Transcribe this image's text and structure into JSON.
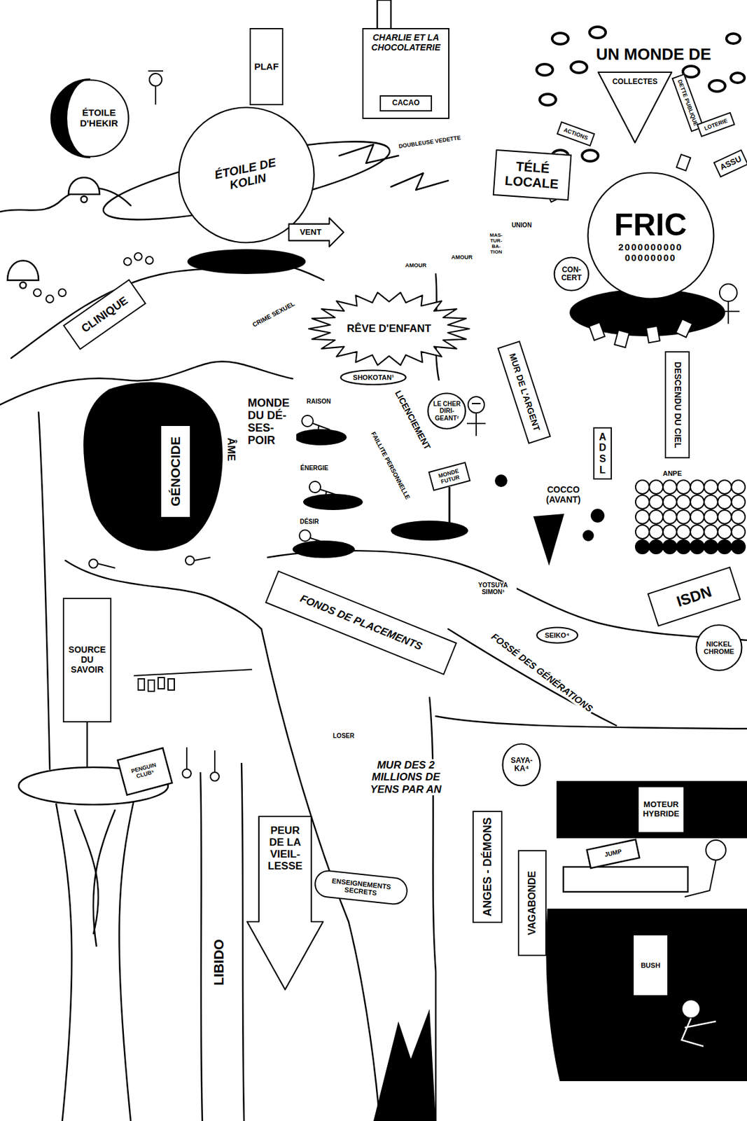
{
  "diagram": {
    "nodes": [
      {
        "text": [
          "ÉTOILE D'HEKIR"
        ]
      },
      {
        "text": [
          "PLAF"
        ]
      },
      {
        "text": [
          "CHARLIE ET LA CHOCOLATERIE"
        ]
      },
      {
        "text": [
          "CACAO"
        ],
        "in": 2
      },
      {
        "text": [
          "COLLECTES"
        ]
      },
      {
        "text": [
          "DETTE PUBLIQUE"
        ]
      },
      {
        "text": [
          "LOTERIE"
        ]
      },
      {
        "text": [
          "ACTIONS"
        ]
      },
      {
        "text": [
          "ASSU"
        ]
      },
      {
        "text": [
          "ÉTOILE DE KOLIN"
        ]
      },
      {
        "text": [
          "TÉLÉ LOCALE"
        ]
      },
      {
        "text": [
          "VENT"
        ]
      },
      {
        "text": [
          "FRIC",
          "2000000000 00000000"
        ]
      },
      {
        "text": [
          "CON- CERT"
        ]
      },
      {
        "text": [
          "CLINIQUE"
        ]
      },
      {
        "text": [
          "RÊVE D'ENFANT"
        ]
      },
      {
        "text": [
          "SHOKOTAN¹"
        ]
      },
      {
        "text": [
          "GÉNOCIDE"
        ]
      },
      {
        "text": [
          "LE CHER DIRI- GEANT²"
        ]
      },
      {
        "text": [
          "MONDE FUTUR"
        ]
      },
      {
        "text": [
          "MUR DE L'ARGENT"
        ]
      },
      {
        "text": [
          "DESCENDU DU CIEL"
        ]
      },
      {
        "text": [
          "ADSL"
        ]
      },
      {
        "text": [
          "ISDN"
        ]
      },
      {
        "text": [
          "FONDS DE PLACEMENTS"
        ]
      },
      {
        "text": [
          "SEIKO⁴"
        ]
      },
      {
        "text": [
          "NICKEL CHROME"
        ]
      },
      {
        "text": [
          "SOURCE DU SAVOIR"
        ]
      },
      {
        "text": [
          "SAYA- KA⁴"
        ]
      },
      {
        "text": [
          "MOTEUR HYBRIDE"
        ]
      },
      {
        "text": [
          "PEUR DE LA VIEIL- LESSE"
        ]
      },
      {
        "text": [
          "ENSEIGNEMENTS SECRETS"
        ]
      },
      {
        "text": [
          "ANGES - DÉMONS"
        ]
      },
      {
        "text": [
          "VAGABONDE"
        ]
      },
      {
        "text": [
          "BUSH"
        ]
      }
    ],
    "labels": [
      "UN MONDE DE",
      "DOUBLEUSE VEDETTE",
      "AMOUR",
      "AMOUR",
      "MAS- TUR- BA- TION",
      "UNION",
      "CRIME SEXUEL",
      "MONDE DU DÉ- SES- POIR",
      "ÂME",
      "RAISON",
      "ÉNERGIE",
      "DÉSIR",
      "LICENCIEMENT",
      "FAILLITE PERSONNELLE",
      "ANPE",
      "COCCO (AVANT)",
      "YOTSUYA SIMON³",
      "FOSSÉ DES GÉNÉRATIONS",
      "LOSER",
      "PENGUIN CLUB⁵",
      "MUR DES 2 MILLIONS DE YENS PAR AN",
      "JUMP",
      "LIBIDO"
    ]
  }
}
